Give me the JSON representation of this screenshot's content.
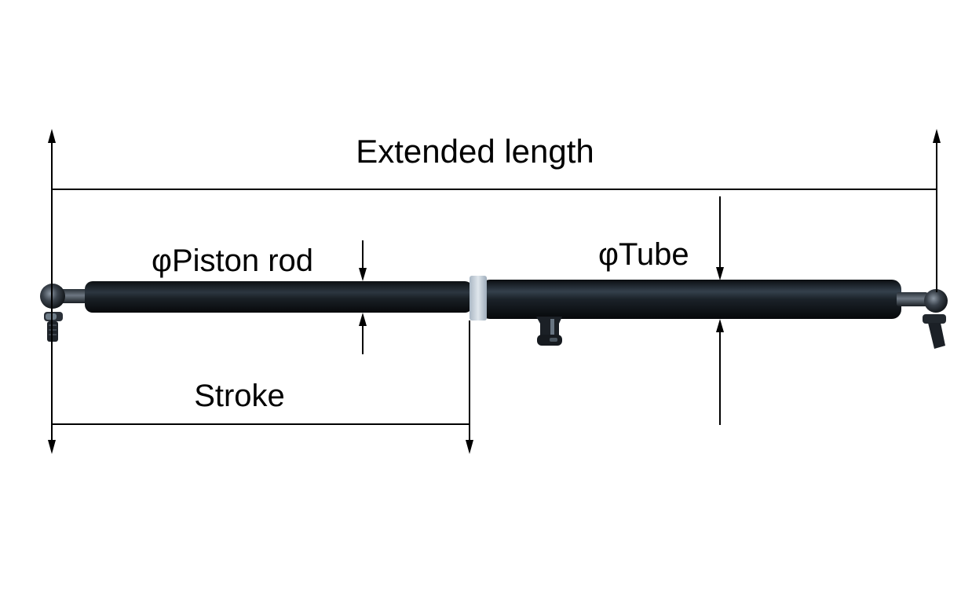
{
  "diagram": {
    "subject": "Gas spring / gas strut dimension diagram",
    "labels": {
      "extended_length": "Extended length",
      "piston_rod": "φPiston rod",
      "tube": "φTube",
      "stroke": "Stroke"
    },
    "parts": [
      "left ball-joint end fitting",
      "piston rod",
      "white seal ring",
      "cylinder tube",
      "mounting stud",
      "right ball-joint end fitting"
    ],
    "colors": {
      "background": "#ffffff",
      "line": "#000000",
      "tube": "#15191e",
      "tube_highlight": "#3a4652",
      "ring": "#c9d3dc",
      "fitting": "#2a3038"
    }
  }
}
